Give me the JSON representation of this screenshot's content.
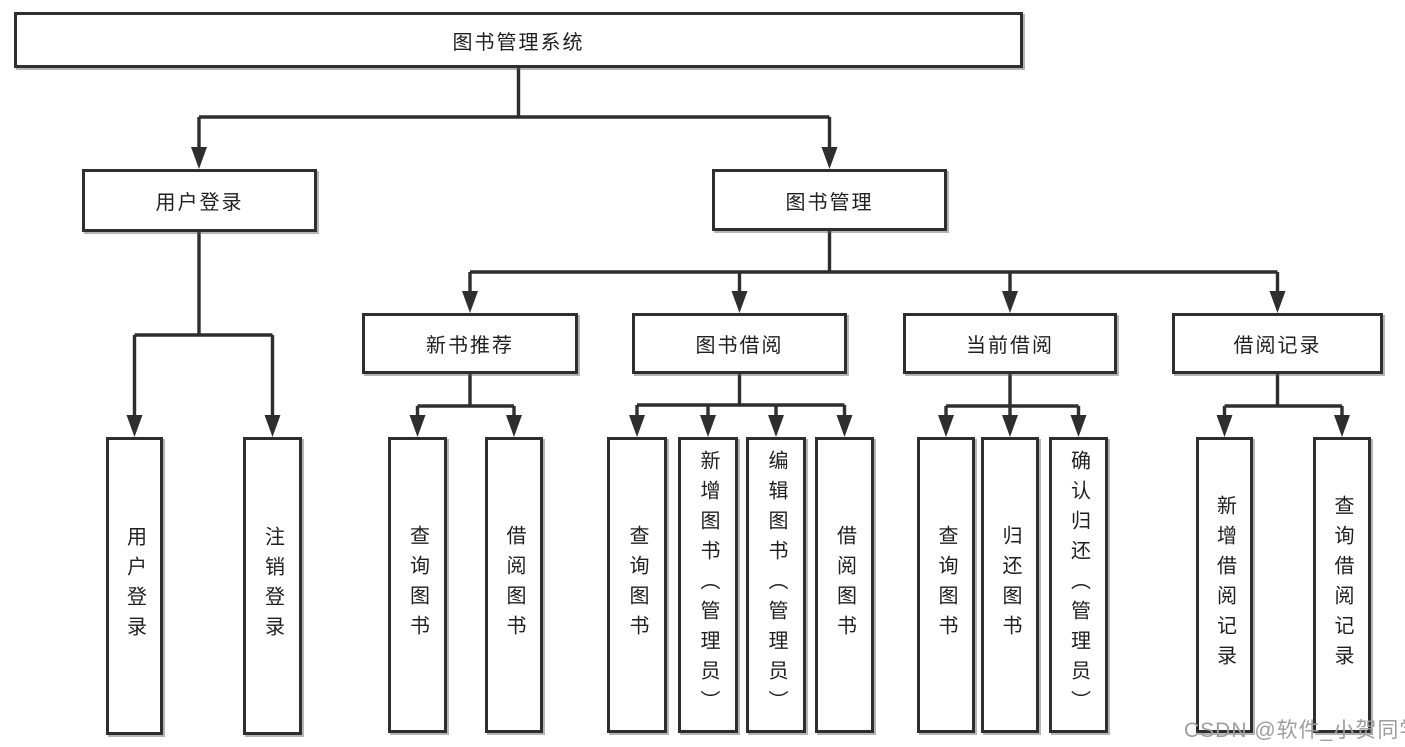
{
  "theme": {
    "background": "#ffffff",
    "line_color": "#2e2e2e",
    "box_border_color": "#2e2e2e",
    "box_fill": "#ffffff",
    "text_color": "#1f1f1f",
    "watermark_color": "#9e9e9e"
  },
  "tree": {
    "label": "图书管理系统",
    "children": [
      {
        "label": "用户登录",
        "children": [
          {
            "label": "用户登录"
          },
          {
            "label": "注销登录"
          }
        ]
      },
      {
        "label": "图书管理",
        "children": [
          {
            "label": "新书推荐",
            "children": [
              {
                "label": "查询图书"
              },
              {
                "label": "借阅图书"
              }
            ]
          },
          {
            "label": "图书借阅",
            "children": [
              {
                "label": "查询图书"
              },
              {
                "label": "新增图书（管理员）"
              },
              {
                "label": "编辑图书（管理员）"
              },
              {
                "label": "借阅图书"
              }
            ]
          },
          {
            "label": "当前借阅",
            "children": [
              {
                "label": "查询图书"
              },
              {
                "label": "归还图书"
              },
              {
                "label": "确认归还（管理员）"
              }
            ]
          },
          {
            "label": "借阅记录",
            "children": [
              {
                "label": "新增借阅记录"
              },
              {
                "label": "查询借阅记录"
              }
            ]
          }
        ]
      }
    ]
  },
  "watermark": {
    "text": "CSDN @软件_小贺同学"
  }
}
